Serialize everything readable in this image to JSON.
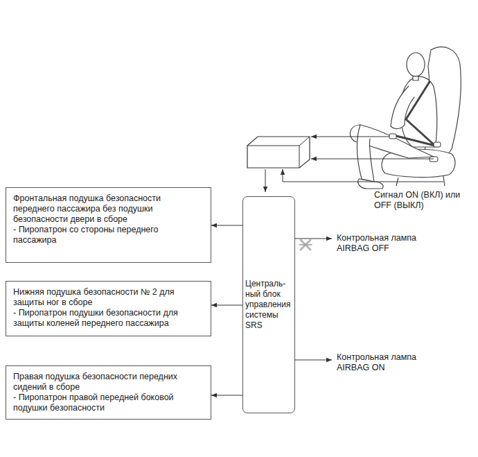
{
  "diagram": {
    "nodes": [
      {
        "text": [
          "Фронтальная подушка безопасности переднего пассажира без подушки безопасности двери в сборе",
          "- Пиропатрон со стороны переднего пассажира"
        ]
      },
      {
        "text": [
          "Централь- ный блок управления системы SRS"
        ]
      },
      {
        "text": [
          "Нижняя подушка безопасности № 2 для защиты ног в сборе",
          "- Пиропатрон подушки безопасности для защиты коленей переднего пассажира"
        ]
      },
      {
        "text": [
          "Правая подушка безопасности передних сидений в сборе",
          "- Пиропатрон правой передней боковой подушки безопасности"
        ]
      }
    ],
    "edges": [
      {
        "from": 1,
        "to": 0,
        "arrow": "to"
      },
      {
        "from": 1,
        "to": 2,
        "arrow": "to"
      },
      {
        "from": 1,
        "to": 3,
        "arrow": "to"
      }
    ],
    "labels": [
      "Сигнал ON (ВКЛ) или OFF (ВЫКЛ)",
      "Контрольная лампа AIRBAG OFF",
      "Контрольная лампа AIRBAG ON"
    ]
  }
}
